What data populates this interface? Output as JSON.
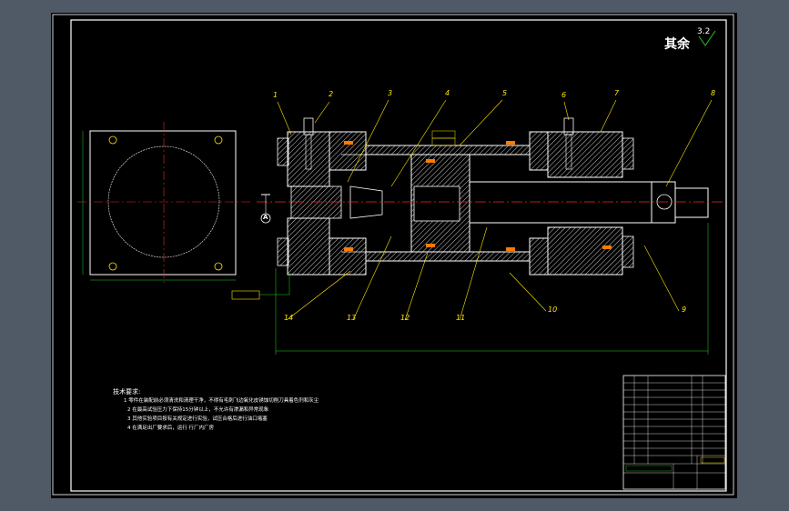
{
  "drawing": {
    "roughness_prefix": "其余",
    "roughness_value": "3.2",
    "balloon_labels": [
      "1",
      "2",
      "3",
      "4",
      "5",
      "6",
      "7",
      "8",
      "9",
      "10",
      "11",
      "12",
      "13",
      "14"
    ],
    "datum_label": "A",
    "tech_title": "技术要求:",
    "tech_lines": [
      "1 零件在装配前必须清洗和清理干净，不得有毛刺飞边氧化皮锈蚀切削刀具着色剂和灰尘",
      "2 在最高试验压力下保持15分钟以上，不允许有渗漏和异常现象",
      "3 其他实验项目按有关规定进行实验，试压合格后进行油口堵塞",
      "4 在满足出厂要求后，运行 行厂内厂房"
    ],
    "colors": {
      "background": "#4f5a66",
      "paper": "#000000",
      "line": "#ffffff",
      "center": "#ff2020",
      "yellow": "#ffe600",
      "green": "#22d922",
      "hatch": "#c8c8c8"
    }
  }
}
